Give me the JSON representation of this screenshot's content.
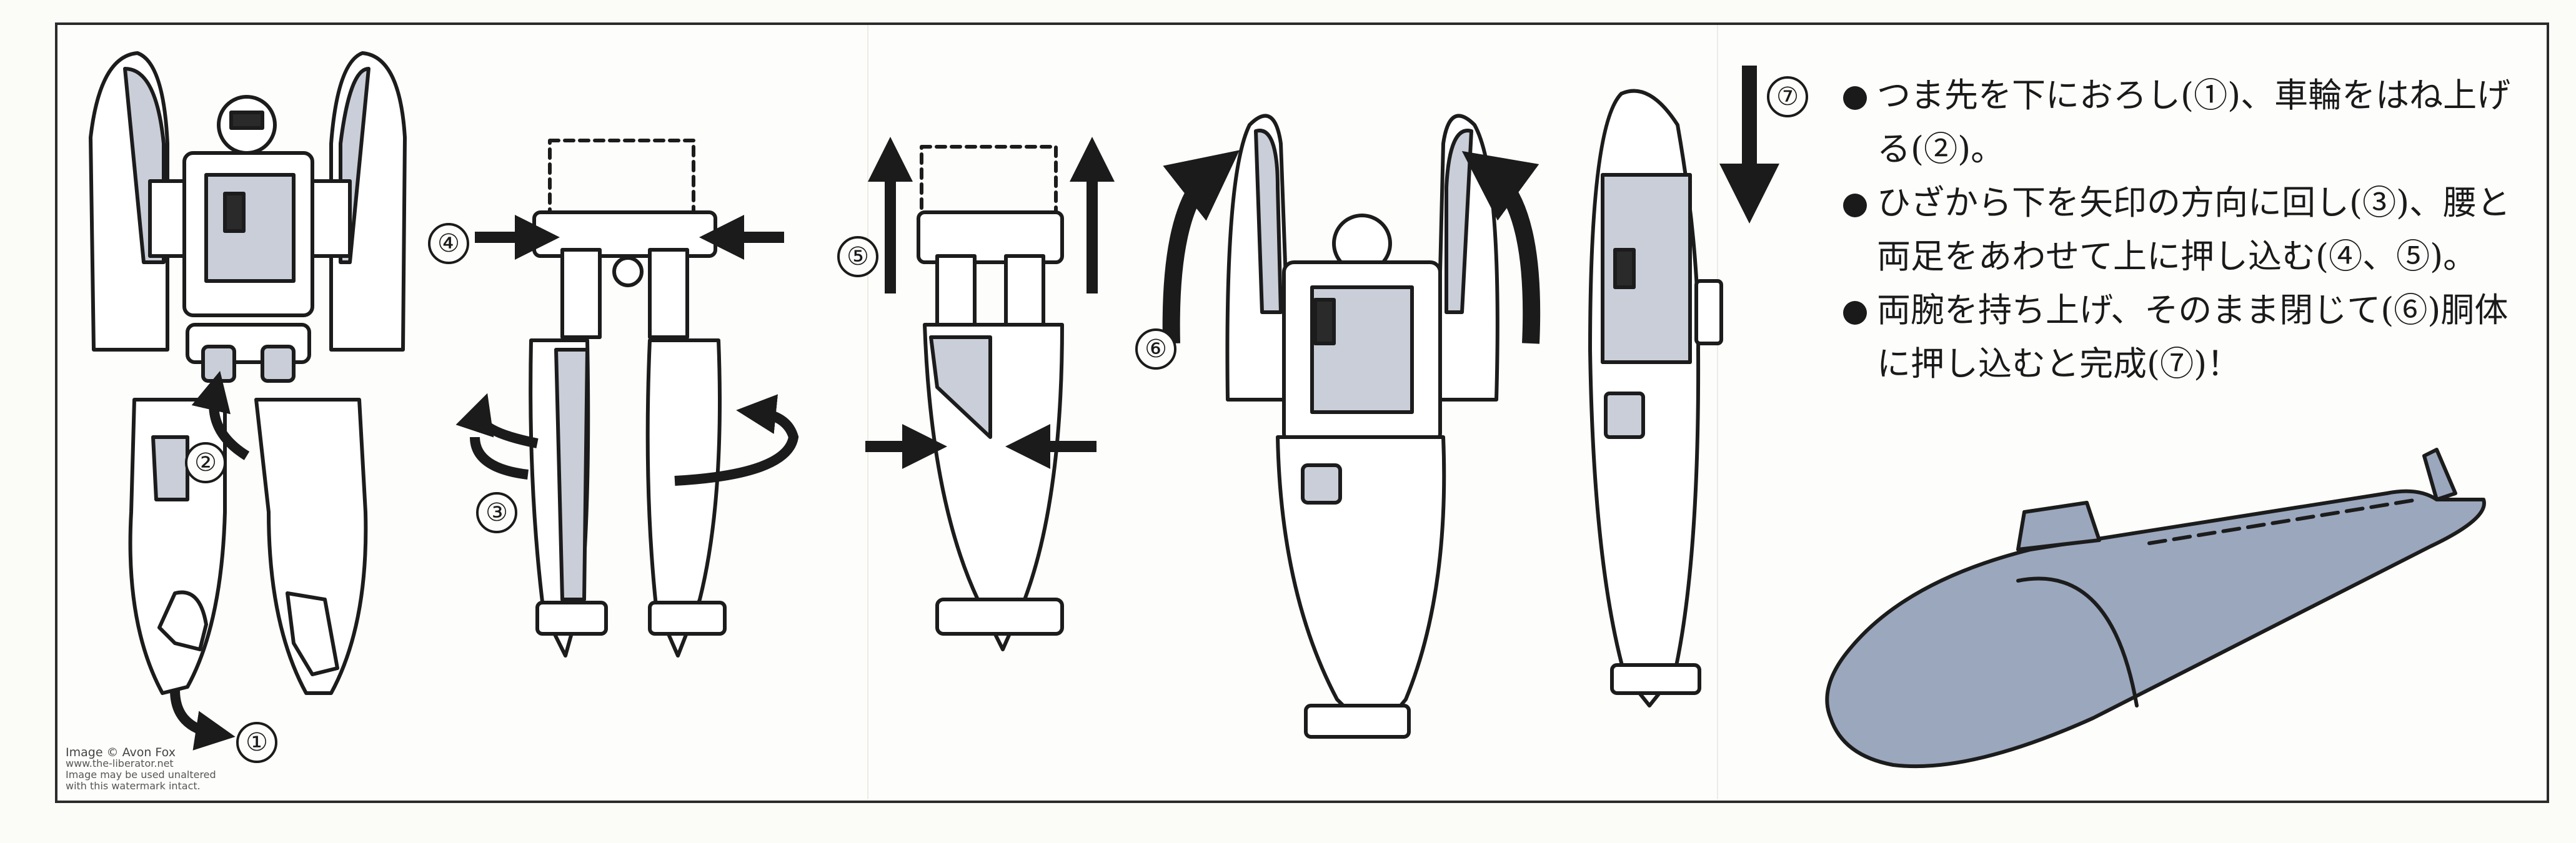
{
  "steps": [
    {
      "number": "①"
    },
    {
      "number": "②"
    },
    {
      "number": "③"
    },
    {
      "number": "④"
    },
    {
      "number": "⑤"
    },
    {
      "number": "⑥"
    },
    {
      "number": "⑦"
    }
  ],
  "instructions": [
    {
      "text": "つま先を下におろし(①)、車輪をはね上げる(②)。"
    },
    {
      "text": "ひざから下を矢印の方向に回し(③)、腰と両足をあわせて上に押し込む(④、⑤)。"
    },
    {
      "text": "両腕を持ち上げ、そのまま閉じて(⑥)胴体に押し込むと完成(⑦)！"
    }
  ],
  "watermark": {
    "line1": "Image © Avon Fox",
    "line2": "www.the-liberator.net",
    "line3": "Image may be used unaltered",
    "line4": "with this watermark intact."
  },
  "colors": {
    "ink": "#1b1b1b",
    "paper": "#fdfdfb",
    "submarine_blue": "#9aa7bd"
  }
}
